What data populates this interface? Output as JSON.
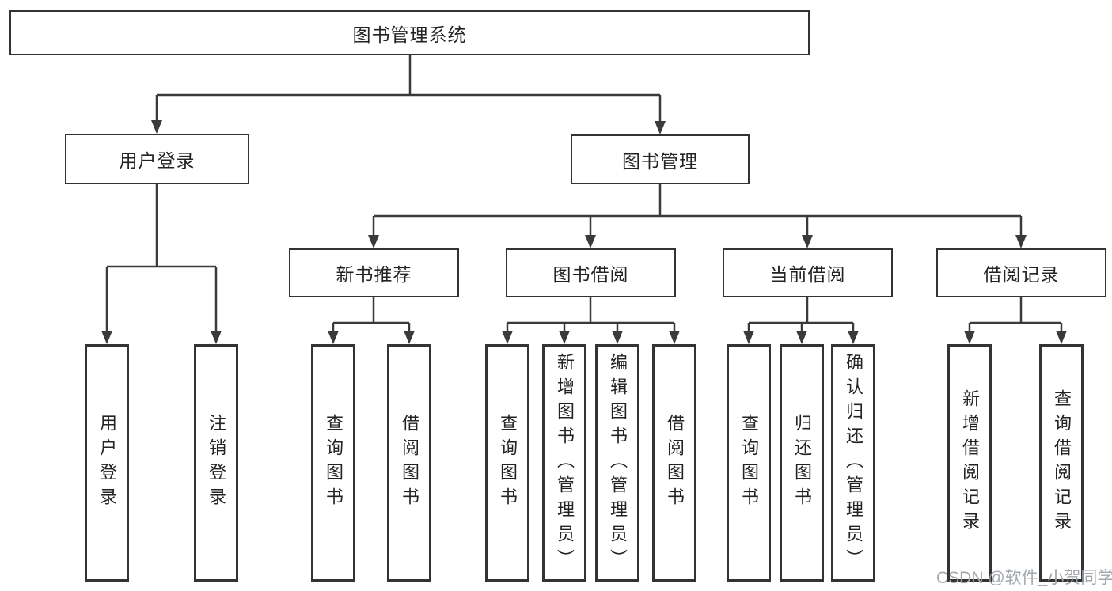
{
  "diagram": {
    "root": {
      "label": "图书管理系统"
    },
    "level2": [
      {
        "label": "用户登录"
      },
      {
        "label": "图书管理"
      }
    ],
    "level3": [
      {
        "label": "新书推荐"
      },
      {
        "label": "图书借阅"
      },
      {
        "label": "当前借阅"
      },
      {
        "label": "借阅记录"
      }
    ],
    "leaves": {
      "user_login": [
        "用户登录",
        "注销登录"
      ],
      "new_books": [
        "查询图书",
        "借阅图书"
      ],
      "book_borrowing": [
        "查询图书",
        "新增图书（管理员）",
        "编辑图书（管理员）",
        "借阅图书"
      ],
      "current_borrowing": [
        "查询图书",
        "归还图书",
        "确认归还（管理员）"
      ],
      "borrowing_records": [
        "新增借阅记录",
        "查询借阅记录"
      ]
    }
  },
  "watermark": {
    "text": "CSDN @软件_小贺同学"
  },
  "colors": {
    "line_color": "#3a3a3a",
    "box_border": "#333333",
    "box_fill": "#ffffff",
    "text_color": "#232323",
    "watermark_color": "#a2a7ac"
  }
}
